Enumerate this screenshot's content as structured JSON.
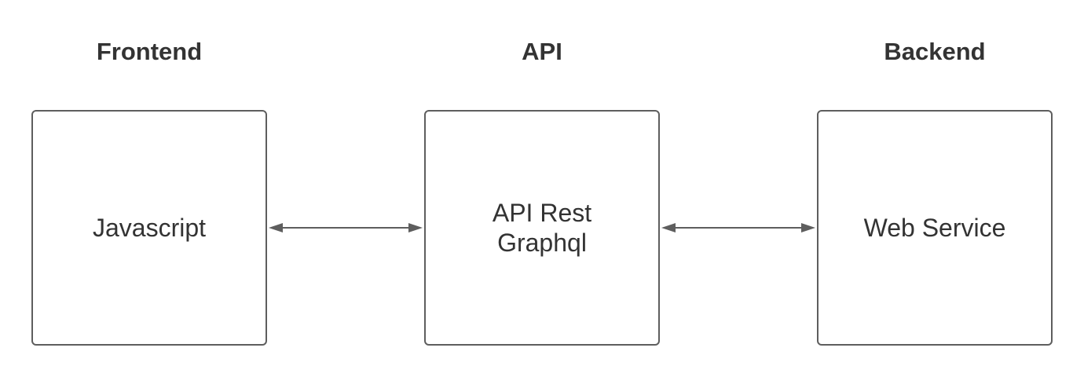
{
  "columns": [
    {
      "heading": "Frontend",
      "box_lines": [
        "Javascript"
      ]
    },
    {
      "heading": "API",
      "box_lines": [
        "API Rest",
        "Graphql"
      ]
    },
    {
      "heading": "Backend",
      "box_lines": [
        "Web Service"
      ]
    }
  ],
  "connections": [
    {
      "from": "Javascript",
      "to": "API Rest Graphql",
      "direction": "bidirectional"
    },
    {
      "from": "API Rest Graphql",
      "to": "Web Service",
      "direction": "bidirectional"
    }
  ],
  "colors": {
    "stroke": "#5e5e5e",
    "text": "#333333",
    "background": "#ffffff"
  }
}
